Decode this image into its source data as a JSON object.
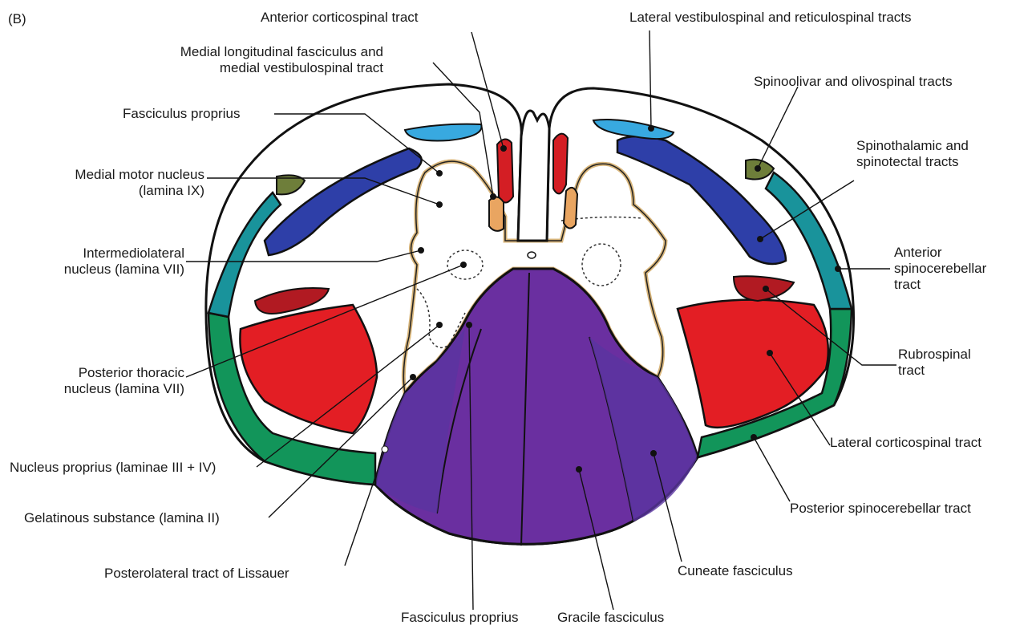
{
  "panel_label": "(B)",
  "colors": {
    "anterior_corticospinal": "#d41e24",
    "lateral_corticospinal": "#e31e24",
    "rubrospinal": "#b11a22",
    "spinothalamic": "#2e3fa8",
    "vestibulospinal": "#38a9e0",
    "anterior_spinocerebellar": "#19939b",
    "posterior_spinocerebellar": "#12955a",
    "spinoolivar": "#6e7e3a",
    "dorsal_columns": "#6a2fa0",
    "mlf": "#e9a561",
    "gray_matter_outline": "#d8b57a"
  },
  "labels": {
    "anterior_corticospinal": "Anterior corticospinal tract",
    "mlf_line1": "Medial longitudinal fasciculus and",
    "mlf_line2": "medial vestibulospinal tract",
    "fasciculus_proprius_top": "Fasciculus proprius",
    "medial_motor_line1": "Medial motor nucleus",
    "medial_motor_line2": "(lamina IX)",
    "intermediolateral_line1": "Intermediolateral",
    "intermediolateral_line2": "nucleus (lamina VII)",
    "posterior_thoracic_line1": "Posterior thoracic",
    "posterior_thoracic_line2": "nucleus (lamina VII)",
    "nucleus_proprius": "Nucleus proprius (laminae III + IV)",
    "gelatinous": "Gelatinous substance (lamina II)",
    "lissauer": "Posterolateral tract of Lissauer",
    "fasciculus_proprius_bottom": "Fasciculus proprius",
    "gracile": "Gracile fasciculus",
    "cuneate": "Cuneate fasciculus",
    "posterior_spinocerebellar": "Posterior spinocerebellar tract",
    "lateral_corticospinal": "Lateral corticospinal tract",
    "rubrospinal_line1": "Rubrospinal",
    "rubrospinal_line2": "tract",
    "anterior_spinocerebellar_line1": "Anterior",
    "anterior_spinocerebellar_line2": "spinocerebellar",
    "anterior_spinocerebellar_line3": "tract",
    "spinothalamic_line1": "Spinothalamic and",
    "spinothalamic_line2": "spinotectal tracts",
    "spinoolivar": "Spinoolivar and olivospinal tracts",
    "lateral_vestibulospinal": "Lateral vestibulospinal and reticulospinal tracts"
  }
}
